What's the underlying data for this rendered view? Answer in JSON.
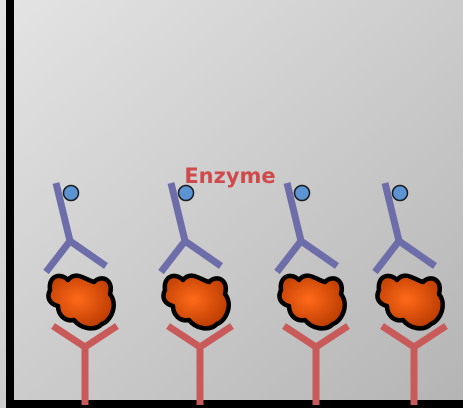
{
  "diagram": {
    "label": "Enzyme",
    "colors": {
      "panel_light": "#e4e4e4",
      "panel_dark": "#b4b4b4",
      "axis": "#000000",
      "capture_antibody": "#c85a5a",
      "detection_antibody": "#6d6daa",
      "enzyme_dot": "#5b93d3",
      "antigen_core": "#ff6a1a",
      "antigen_edge": "#b83a00",
      "antigen_outline": "#000000",
      "label": "#cf4a4a"
    },
    "complexes": [
      {
        "name": "complex-1",
        "parts": [
          "capture-antibody",
          "antigen",
          "detection-antibody",
          "enzyme-dot"
        ]
      },
      {
        "name": "complex-2",
        "parts": [
          "capture-antibody",
          "antigen",
          "detection-antibody",
          "enzyme-dot"
        ]
      },
      {
        "name": "complex-3",
        "parts": [
          "capture-antibody",
          "antigen",
          "detection-antibody",
          "enzyme-dot"
        ]
      },
      {
        "name": "complex-4",
        "parts": [
          "capture-antibody",
          "antigen",
          "detection-antibody",
          "enzyme-dot"
        ]
      }
    ]
  }
}
